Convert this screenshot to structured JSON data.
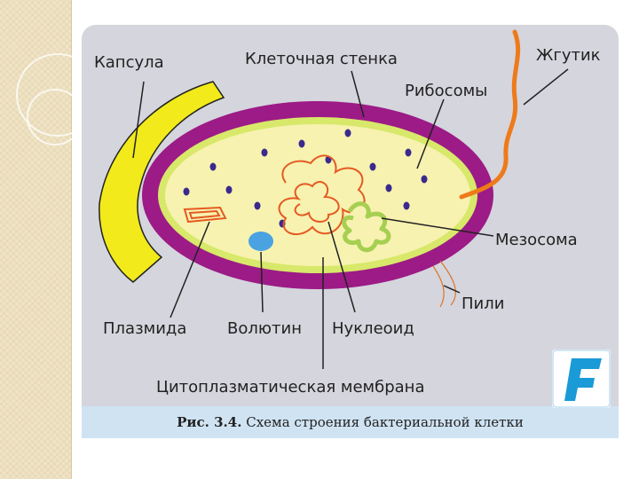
{
  "labels": {
    "capsule": "Капсула",
    "cell_wall": "Клеточная стенка",
    "flagellum": "Жгутик",
    "ribosomes": "Рибосомы",
    "mesosome": "Мезосома",
    "pili": "Пили",
    "plasmid": "Плазмида",
    "volutin": "Волютин",
    "nucleoid": "Нуклеоид",
    "cytoplasmic_membrane": "Цитоплазматическая мембрана"
  },
  "caption": {
    "figure_number": "Рис. 3.4.",
    "text": "Схема строения бактериальной клетки"
  },
  "logo": {
    "letter": "F"
  },
  "colors": {
    "capsule": "#f2ea1a",
    "cell_wall": "#9c1b86",
    "cytoplasm": "#f7f2b0",
    "membrane": "#d8e86a",
    "flagellum": "#ee7a1a",
    "nucleoid": "#e55a22",
    "mesosome": "#a6cf52",
    "ribosome": "#3b2a8e",
    "volutin": "#4aa3e0",
    "caption_bar": "#cfe3f3",
    "figure_bg": "#d5d5dd",
    "logo_blue": "#1a9ad6"
  }
}
